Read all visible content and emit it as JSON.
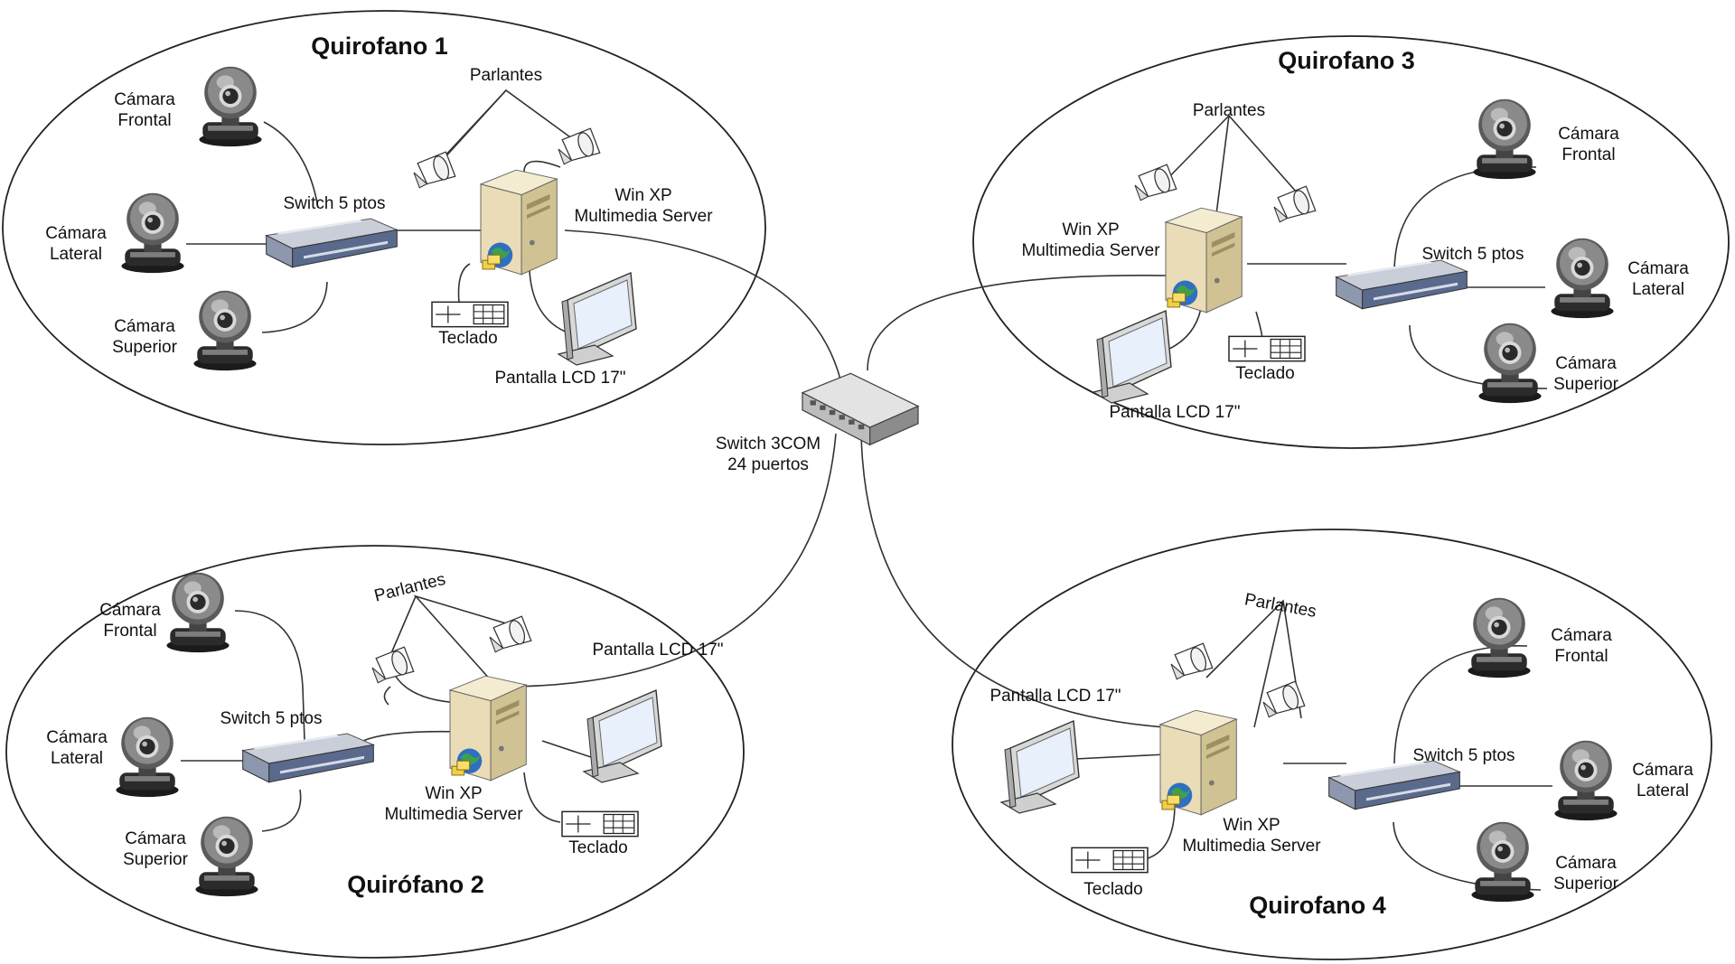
{
  "rooms": [
    {
      "title": "Quirofano 1",
      "cam_frontal": [
        "Cámara",
        "Frontal"
      ],
      "cam_lateral": [
        "Cámara",
        "Lateral"
      ],
      "cam_superior": [
        "Cámara",
        "Superior"
      ],
      "switch_label": "Switch 5 ptos",
      "speakers_label": "Parlantes",
      "server_label": [
        "Win XP",
        "Multimedia Server"
      ],
      "keyboard_label": "Teclado",
      "lcd_label": "Pantalla LCD 17\""
    },
    {
      "title": "Quirófano 2",
      "cam_frontal": [
        "Cámara",
        "Frontal"
      ],
      "cam_lateral": [
        "Cámara",
        "Lateral"
      ],
      "cam_superior": [
        "Cámara",
        "Superior"
      ],
      "switch_label": "Switch 5 ptos",
      "speakers_label": "Parlantes",
      "server_label": [
        "Win XP",
        "Multimedia Server"
      ],
      "keyboard_label": "Teclado",
      "lcd_label": "Pantalla LCD 17\""
    },
    {
      "title": "Quirofano 3",
      "cam_frontal": [
        "Cámara",
        "Frontal"
      ],
      "cam_lateral": [
        "Cámara",
        "Lateral"
      ],
      "cam_superior": [
        "Cámara",
        "Superior"
      ],
      "switch_label": "Switch 5 ptos",
      "speakers_label": "Parlantes",
      "server_label": [
        "Win XP",
        "Multimedia Server"
      ],
      "keyboard_label": "Teclado",
      "lcd_label": "Pantalla LCD 17\""
    },
    {
      "title": "Quirofano 4",
      "cam_frontal": [
        "Cámara",
        "Frontal"
      ],
      "cam_lateral": [
        "Cámara",
        "Lateral"
      ],
      "cam_superior": [
        "Cámara",
        "Superior"
      ],
      "switch_label": "Switch 5 ptos",
      "speakers_label": "Parlantes",
      "server_label": [
        "Win XP",
        "Multimedia Server"
      ],
      "keyboard_label": "Teclado",
      "lcd_label": "Pantalla LCD 17\""
    }
  ],
  "core_switch": {
    "label": [
      "Switch 3COM",
      "24 puertos"
    ]
  },
  "icons": {
    "camera": "ip-camera-icon",
    "switch": "network-switch-icon",
    "server": "server-tower-icon",
    "speaker": "speaker-icon",
    "keyboard": "keyboard-icon",
    "monitor": "lcd-monitor-icon"
  },
  "colors": {
    "switch_face": "#5a6a8c",
    "switch_top": "#c9ced8",
    "server_body": "#e9dcb6",
    "camera_body": "#5b5b5b",
    "globe": "#2f6fc1"
  }
}
